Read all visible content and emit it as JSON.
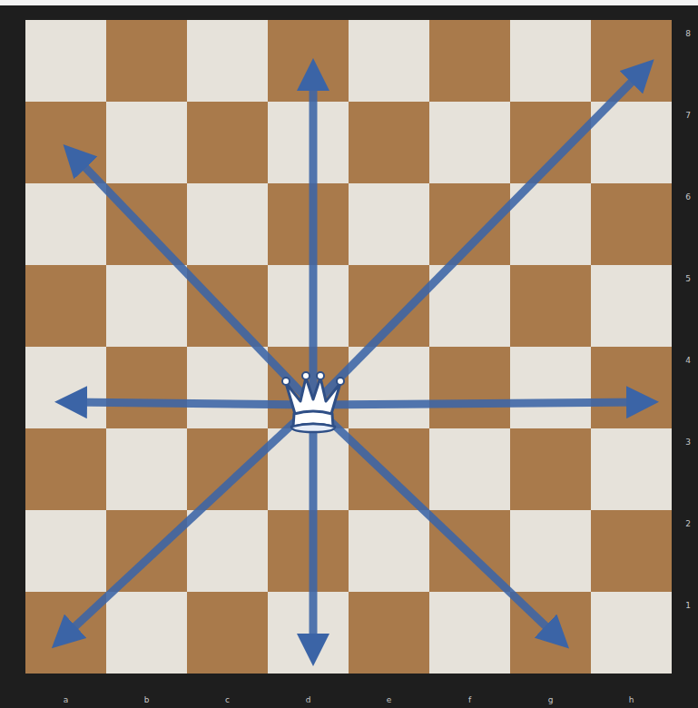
{
  "diagram": {
    "labels": [
      "a",
      "b",
      "c",
      "d",
      "e",
      "f",
      "g",
      "h",
      "1",
      "2",
      "3",
      "4",
      "5",
      "6",
      "7",
      "8"
    ]
  }
}
